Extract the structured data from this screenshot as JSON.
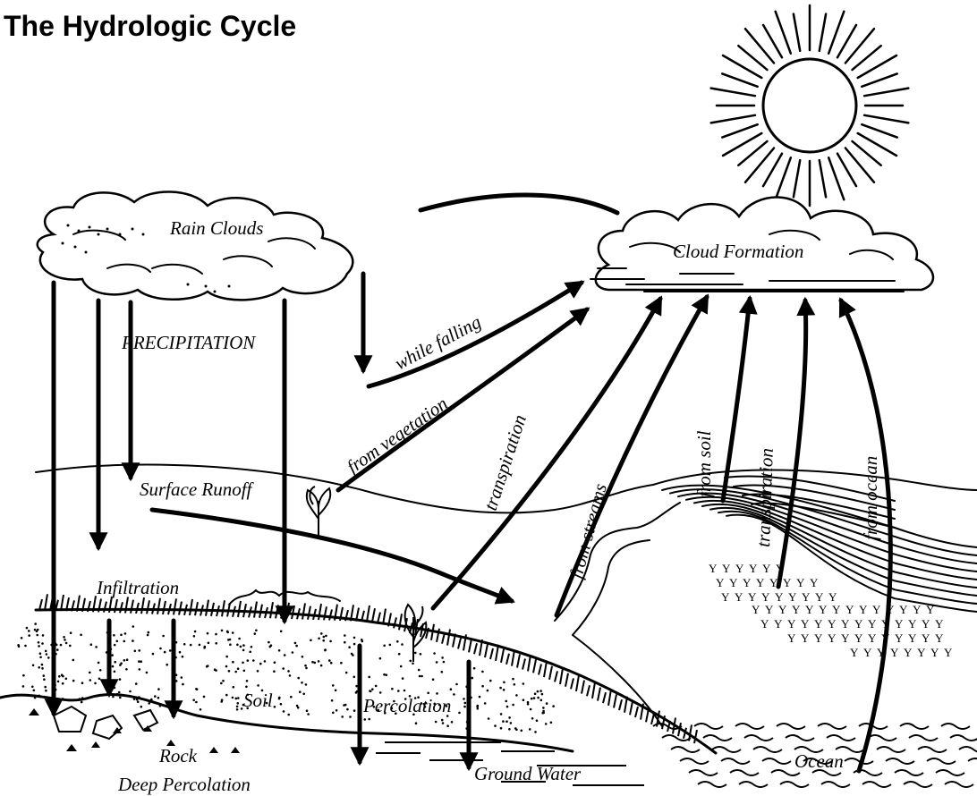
{
  "title": "The Hydrologic Cycle",
  "labels": {
    "rain_clouds": "Rain Clouds",
    "cloud_formation": "Cloud Formation",
    "precipitation": "PRECIPITATION",
    "while_falling": "while falling",
    "from_vegetation": "from vegetation",
    "transpiration_left": "transpiration",
    "from_streams": "from streams",
    "from_soil": "from soil",
    "transpiration_right": "transpiration",
    "from_ocean": "from ocean",
    "surface_runoff": "Surface Runoff",
    "infiltration": "Infiltration",
    "soil": "Soil",
    "percolation": "Percolation",
    "rock": "Rock",
    "deep_percolation": "Deep Percolation",
    "ground_water": "Ground Water",
    "ocean": "Ocean"
  }
}
